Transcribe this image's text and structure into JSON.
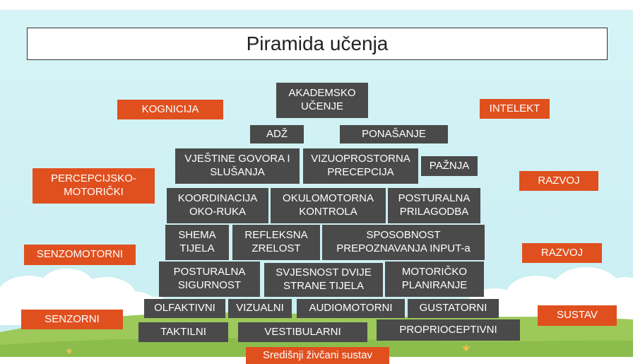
{
  "title": "Piramida učenja",
  "colors": {
    "block": "#4a4a4a",
    "side_label": "#e0501f",
    "sky": "#c8eef2",
    "grass": "#9cc95a"
  },
  "pyramid": {
    "level_1": "AKADEMSKO\nUČENJE",
    "level_2": [
      "ADŽ",
      "PONAŠANJE"
    ],
    "level_3": [
      "VJEŠTINE GOVORA I\nSLUŠANJA",
      "VIZUOPROSTORNA\nPRECEPCIJA",
      "PAŽNJA"
    ],
    "level_4": [
      "KOORDINACIJA\nOKO-RUKA",
      "OKULOMOTORNA\nKONTROLA",
      "POSTURALNA\nPRILAGODBA"
    ],
    "level_5": [
      "SHEMA\nTIJELA",
      "REFLEKSNA\nZRELOST",
      "SPOSOBNOST\nPREPOZNAVANJA INPUT-a"
    ],
    "level_6": [
      "POSTURALNA\nSIGURNOST",
      "SVJESNOST DVIJE\nSTRANE TIJELA",
      "MOTORIČKO\nPLANIRANJE"
    ],
    "level_7": [
      "OLFAKTIVNI",
      "VIZUALNI",
      "AUDIOMOTORNI",
      "GUSTATORNI"
    ],
    "level_8": [
      "TAKTILNI",
      "VESTIBULARNI",
      "PROPRIOCEPTIVNI"
    ],
    "base": "Središnji živčani sustav"
  },
  "left_labels": [
    "KOGNICIJA",
    "PERCEPCIJSKO-\nMOTORIČKI",
    "SENZOMOTORNI",
    "SENZORNI"
  ],
  "right_labels": [
    "INTELEKT",
    "RAZVOJ",
    "RAZVOJ",
    "SUSTAV"
  ]
}
